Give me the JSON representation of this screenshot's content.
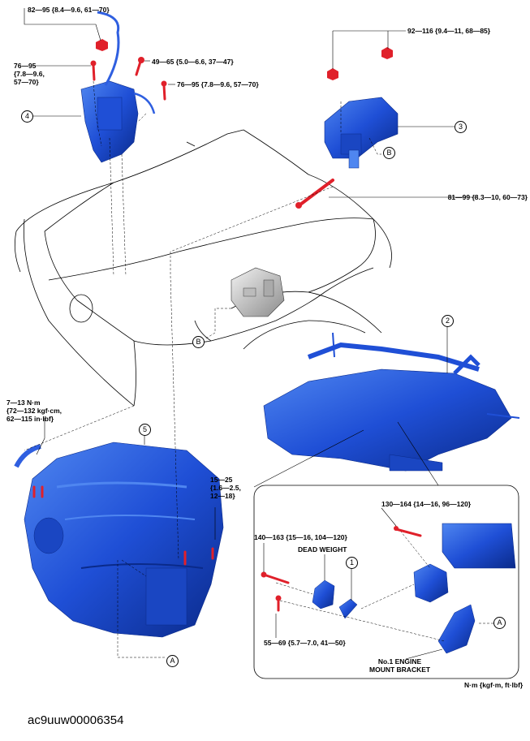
{
  "torque_labels": {
    "t82_95": "82—95 {8.4—9.6, 61—70}",
    "t76_95_left": "76—95\n{7.8—9.6,\n57—70}",
    "t49_65": "49—65 {5.0—6.6, 37—47}",
    "t76_95_right": "76—95 {7.8—9.6, 57—70}",
    "t92_116": "92—116 {9.4—11, 68—85}",
    "t81_99": "81—99 {8.3—10, 60—73}",
    "t7_13": "7—13 N·m\n{72—132 kgf·cm,\n62—115 in·lbf}",
    "t15_25": "15—25\n{1.6—2.5,\n12—18}",
    "t130_164": "130—164 {14—16, 96—120}",
    "t140_163": "140—163 {15—16, 104—120}",
    "t55_69": "55—69 {5.7—7.0, 41—50}"
  },
  "part_labels": {
    "dead_weight": "DEAD WEIGHT",
    "mount_bracket": "No.1 ENGINE\nMOUNT BRACKET"
  },
  "callouts": {
    "c1": "1",
    "c2": "2",
    "c3": "3",
    "c4": "4",
    "c5": "5",
    "cA1": "A",
    "cA2": "A",
    "cB1": "B",
    "cB2": "B"
  },
  "units_note": "N·m {kgf·m, ft·lbf}",
  "figure_code": "ac9uuw00006354",
  "colors": {
    "part_blue": "#1f4fd6",
    "part_dark": "#0a2a8a",
    "part_light": "#4f86f0",
    "bolt_red": "#e0202a",
    "line": "#000000"
  }
}
